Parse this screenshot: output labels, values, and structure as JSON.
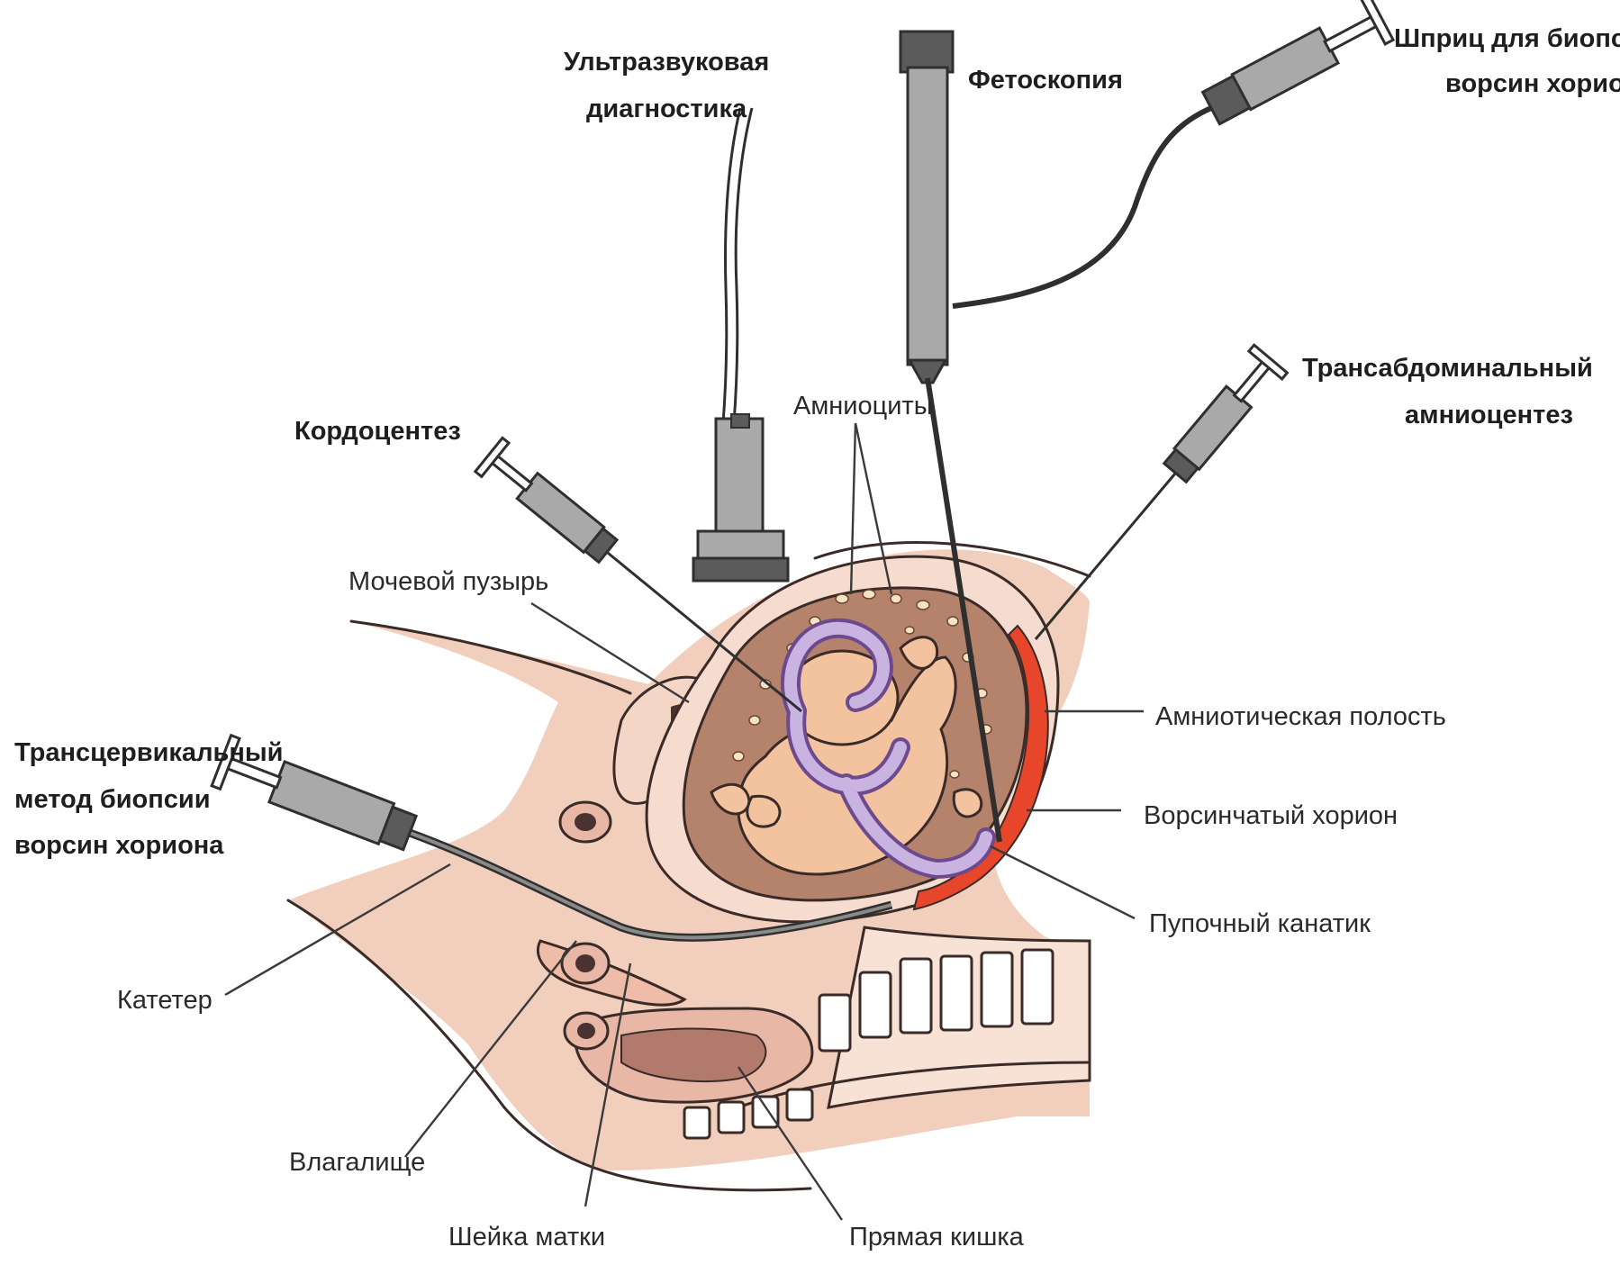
{
  "labels": {
    "ultrasound_line1": "Ультразвуковая",
    "ultrasound_line2": "диагностика",
    "fetoscopy": "Фетоскопия",
    "chorion_syringe_line1": "Шприц для биопсии",
    "chorion_syringe_line2": "ворсин хориона",
    "transabdominal_line1": "Трансабдоминальный",
    "transabdominal_line2": "амниоцентез",
    "cordocentesis": "Кордоцентез",
    "amniocytes": "Амниоциты",
    "bladder": "Мочевой пузырь",
    "transcervical_line1": "Трансцервикальный",
    "transcervical_line2": "метод биопсии",
    "transcervical_line3": "ворсин хориона",
    "amniotic_cavity": "Амниотическая полость",
    "villous_chorion": "Ворсинчатый хорион",
    "umbilical_cord": "Пупочный канатик",
    "catheter": "Катетер",
    "vagina": "Влагалище",
    "cervix": "Шейка матки",
    "rectum": "Прямая кишка"
  },
  "colors": {
    "tissue": "#f2cfbd",
    "uterus_wall": "#f6dccf",
    "amniotic_fluid": "#b5826b",
    "fetus": "#f3c29f",
    "chorion": "#e8462b",
    "cord": "#c9b3e1",
    "rectum_lumen": "#b17a6d",
    "metal": "#a9a9a9"
  }
}
